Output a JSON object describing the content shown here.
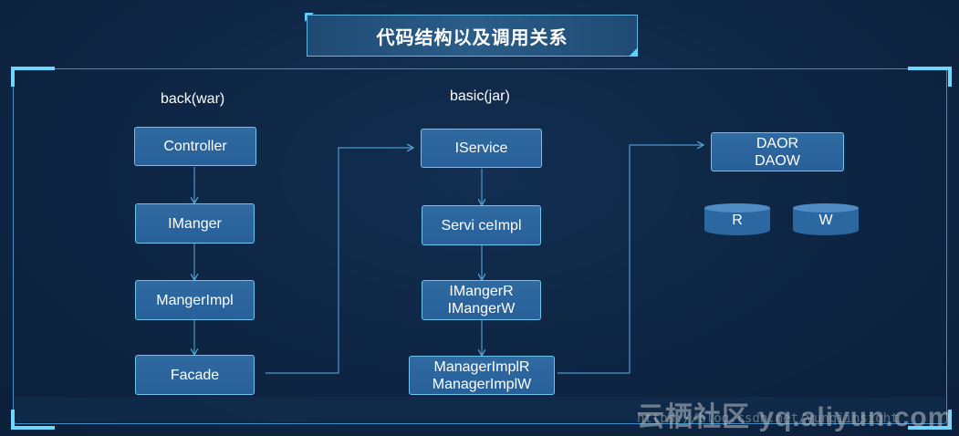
{
  "title": "代码结构以及调用关系",
  "columns": {
    "back": {
      "label": "back(war)",
      "nodes": [
        "Controller",
        "IManger",
        "MangerImpl",
        "Facade"
      ]
    },
    "basic": {
      "label": "basic(jar)",
      "nodes": [
        [
          "IService"
        ],
        [
          "Servi ceImpl"
        ],
        [
          "IMangerR",
          "IMangerW"
        ],
        [
          "ManagerImplR",
          "ManagerImplW"
        ]
      ]
    },
    "dao": {
      "box": [
        "DAOR",
        "DAOW"
      ],
      "databases": [
        "R",
        "W"
      ]
    }
  },
  "watermark": {
    "brand": "云栖社区 yq.aliyun.com",
    "url": "https://blog.csdn.net/yunqiinsight"
  },
  "colors": {
    "background": "#0f2746",
    "node_fill": "#2a62a0",
    "node_border": "#6cc4ef",
    "accent": "#6fd6ff"
  }
}
